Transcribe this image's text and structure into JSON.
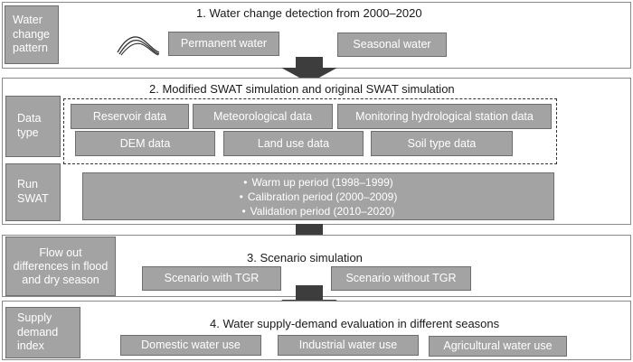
{
  "step1": {
    "side": [
      "Water",
      "change",
      "pattern"
    ],
    "title": "1.   Water change detection from 2000–2020",
    "boxes": [
      "Permanent water",
      "Seasonal water"
    ]
  },
  "step2": {
    "title": "2. Modified SWAT simulation and original SWAT simulation",
    "data_type": [
      "Data",
      "type"
    ],
    "data_boxes_row1": [
      "Reservoir data",
      "Meteorological data",
      "Monitoring hydrological station data"
    ],
    "data_boxes_row2": [
      "DEM data",
      "Land use data",
      "Soil type data"
    ],
    "run_swat": [
      "Run",
      "SWAT"
    ],
    "periods": [
      "Warm up period (1998–1999)",
      "Calibration period (2000–2009)",
      "Validation period (2010–2020)"
    ]
  },
  "step3": {
    "side": [
      "Flow out",
      "differences in flood",
      "and dry season"
    ],
    "title": "3. Scenario simulation",
    "boxes": [
      "Scenario with TGR",
      "Scenario without TGR"
    ]
  },
  "step4": {
    "side": [
      "Supply",
      "demand",
      "index"
    ],
    "title": "4. Water supply-demand evaluation in different seasons",
    "boxes": [
      "Domestic water use",
      "Industrial water use",
      "Agricultural water use"
    ]
  },
  "colors": {
    "box_fill": "#a3a3a3",
    "arrow": "#3d3d3d"
  }
}
